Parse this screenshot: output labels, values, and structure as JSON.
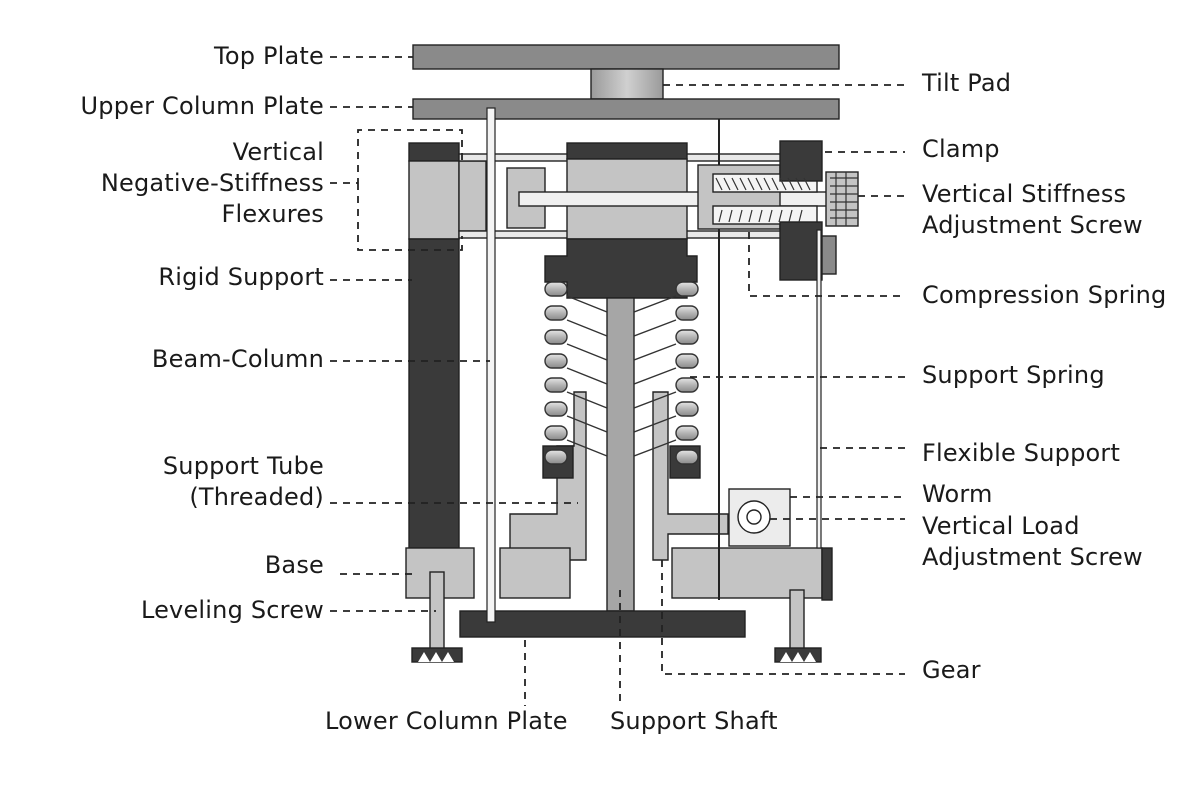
{
  "labels": {
    "top_plate": "Top Plate",
    "upper_column_plate": "Upper Column Plate",
    "vertical_neg_stiffness_flexures": [
      "Vertical",
      "Negative-Stiffness",
      "Flexures"
    ],
    "rigid_support": "Rigid Support",
    "beam_column": "Beam-Column",
    "support_tube": [
      "Support Tube",
      "(Threaded)"
    ],
    "base": "Base",
    "leveling_screw": "Leveling Screw",
    "lower_column_plate": "Lower Column Plate",
    "support_shaft": "Support Shaft",
    "tilt_pad": "Tilt Pad",
    "clamp": "Clamp",
    "vertical_stiffness_adjustment_screw": [
      "Vertical Stiffness",
      "Adjustment Screw"
    ],
    "compression_spring": "Compression Spring",
    "support_spring": "Support Spring",
    "flexible_support": "Flexible Support",
    "worm": "Worm",
    "vertical_load_adjustment_screw": [
      "Vertical Load",
      "Adjustment Screw"
    ],
    "gear": "Gear"
  },
  "colors": {
    "dark": "#3a3a3a",
    "mid": "#8c8c8c",
    "light": "#c4c4c4",
    "leader": "#222222"
  }
}
